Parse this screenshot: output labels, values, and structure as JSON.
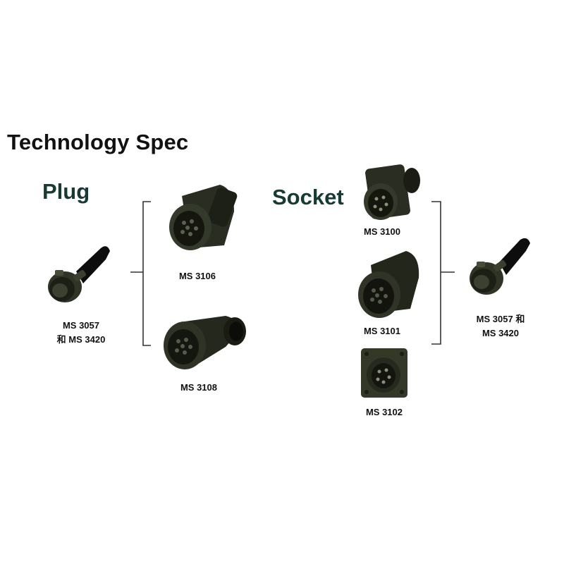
{
  "title": "Technology Spec",
  "plug": {
    "heading": "Plug",
    "source": {
      "line1": "MS 3057",
      "line2": "和 MS 3420"
    },
    "items": [
      {
        "label": "MS 3106"
      },
      {
        "label": "MS 3108"
      }
    ]
  },
  "socket": {
    "heading": "Socket",
    "items": [
      {
        "label": "MS 3100"
      },
      {
        "label": "MS 3101"
      },
      {
        "label": "MS 3102"
      }
    ],
    "target": {
      "line1": "MS 3057 和",
      "line2": "MS 3420"
    }
  },
  "colors": {
    "connector_body": "#2f3427",
    "connector_dark": "#15170f",
    "cable": "#0d0d0d",
    "heading": "#173a33",
    "bracket": "#333333"
  }
}
